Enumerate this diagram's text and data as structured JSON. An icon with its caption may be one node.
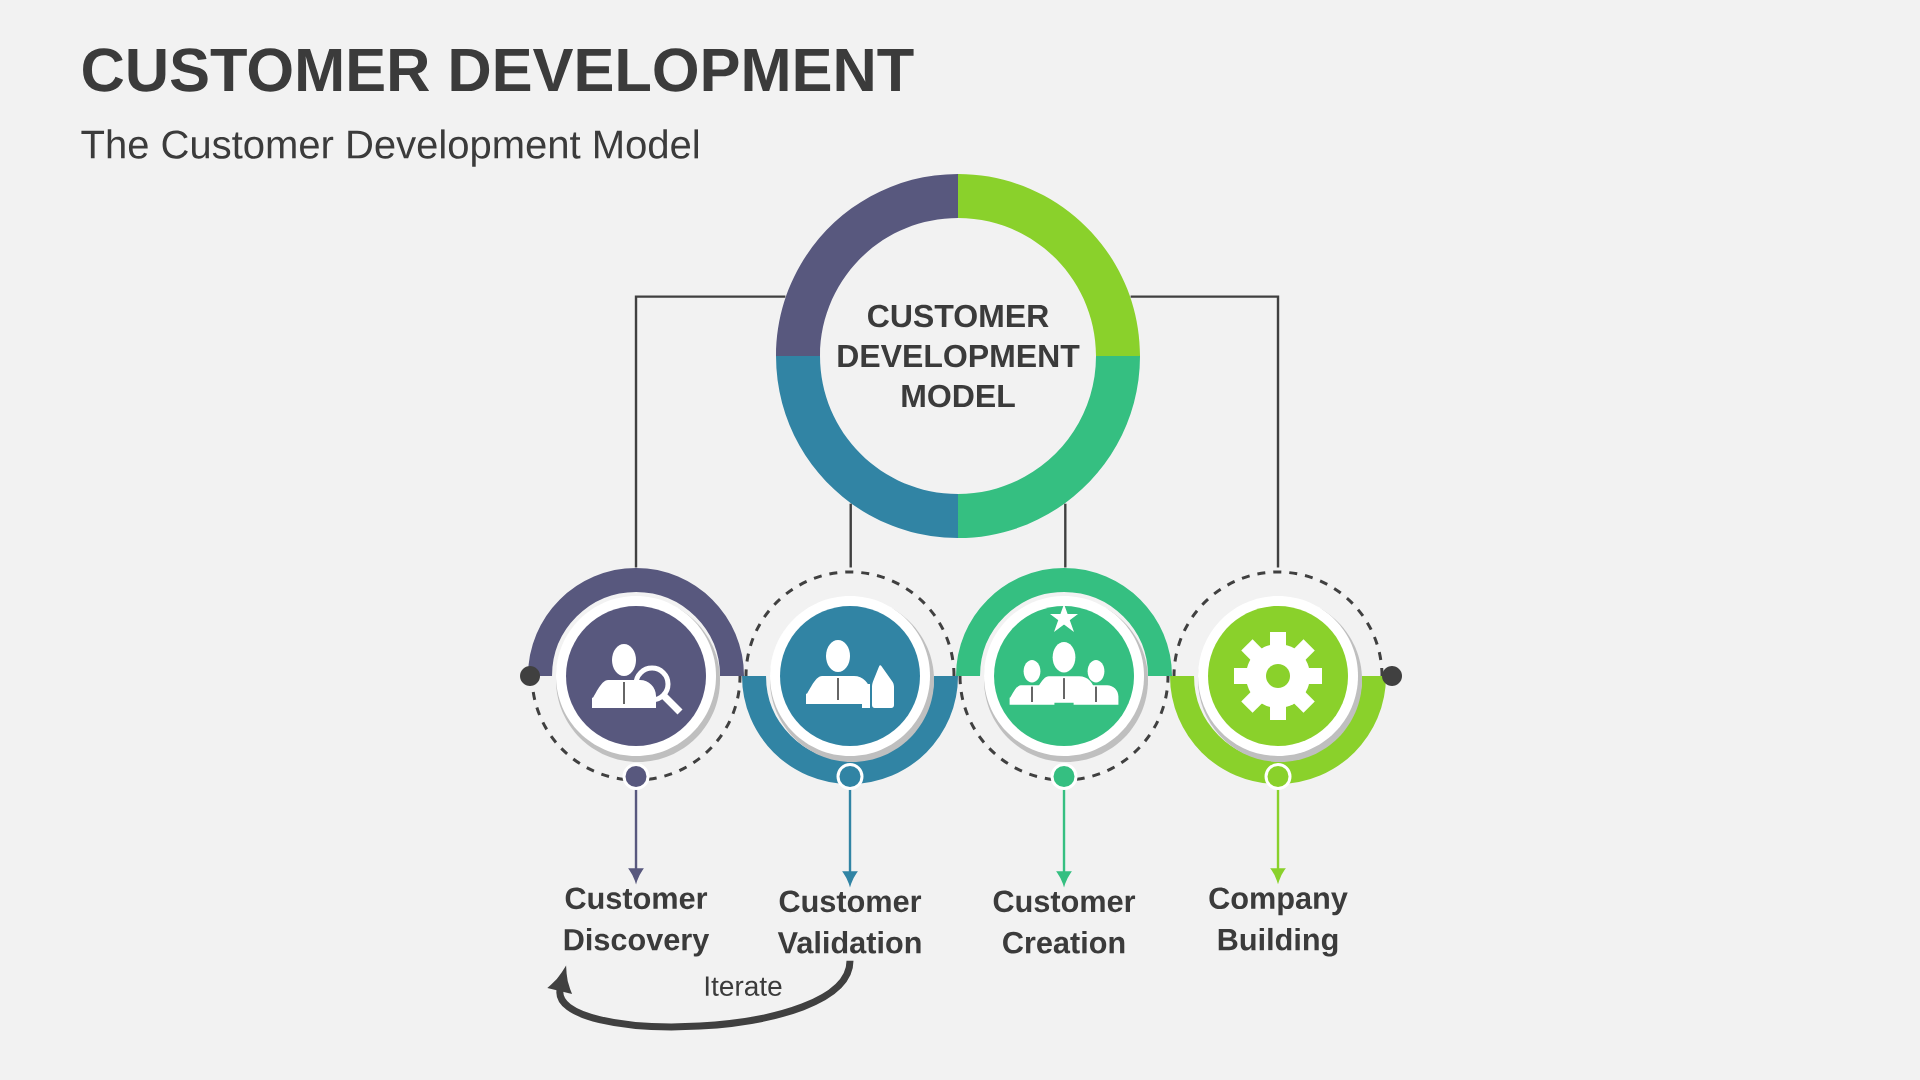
{
  "diagram": {
    "title": "CUSTOMER DEVELOPMENT",
    "nodes": [
      {
        "text": [
          "CUSTOMER DEVELOPMENT MODEL"
        ]
      },
      {
        "text": [],
        "shape": "circle"
      },
      {
        "text": [],
        "shape": "circle"
      },
      {
        "text": [],
        "shape": "circle"
      },
      {
        "text": [],
        "shape": "circle"
      },
      {
        "text": [
          "Customer Discovery"
        ]
      },
      {
        "text": [
          "Customer Validation"
        ]
      },
      {
        "text": [
          "Customer Creation"
        ]
      },
      {
        "text": [
          "Company Building"
        ]
      }
    ],
    "edges": [
      {
        "from": 0,
        "to": 1,
        "arrow": "none"
      },
      {
        "from": 0,
        "to": 2,
        "arrow": "none"
      },
      {
        "from": 0,
        "to": 3,
        "arrow": "none"
      },
      {
        "from": 0,
        "to": 4,
        "arrow": "none"
      },
      {
        "from": 1,
        "to": 5,
        "arrow": "to",
        "color": "#58587e"
      },
      {
        "from": 2,
        "to": 6,
        "arrow": "to",
        "color": "#3184a4"
      },
      {
        "from": 3,
        "to": 7,
        "arrow": "to",
        "color": "#35bf81"
      },
      {
        "from": 4,
        "to": 8,
        "arrow": "to",
        "color": "#8ad12b"
      },
      {
        "from": 6,
        "to": 5,
        "arrow": "to",
        "label": "Iterate",
        "style": "thick"
      }
    ],
    "labels": [
      "The Customer Development Model"
    ]
  }
}
